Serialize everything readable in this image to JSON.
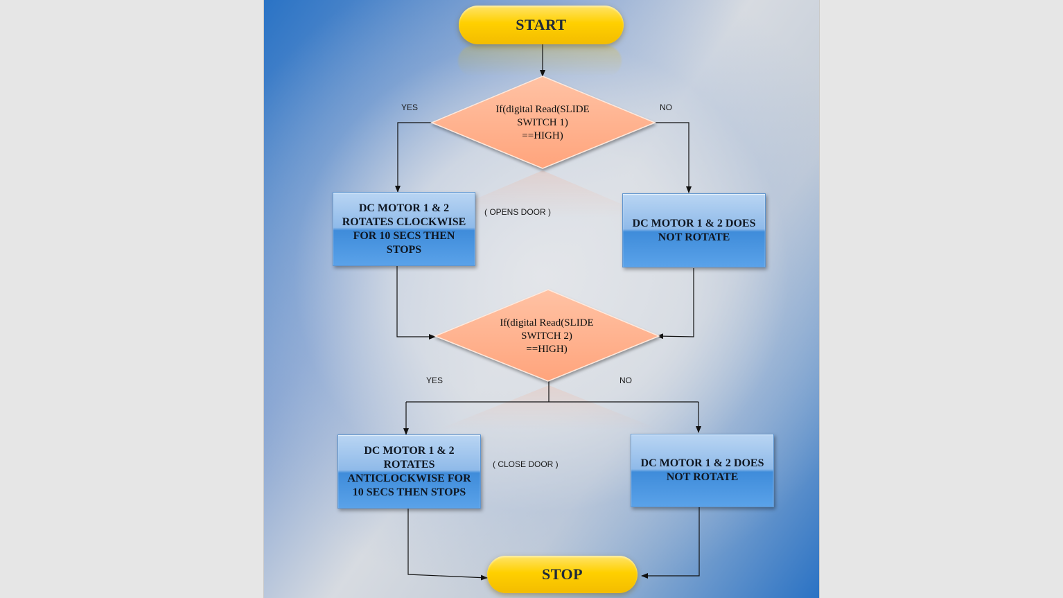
{
  "flowchart": {
    "start": "START",
    "stop": "STOP",
    "decision1": {
      "line1": "If(digital Read(SLIDE",
      "line2": "SWITCH 1)",
      "line3": "==HIGH)",
      "yes": "YES",
      "no": "NO"
    },
    "decision2": {
      "line1": "If(digital Read(SLIDE",
      "line2": "SWITCH 2)",
      "line3": "==HIGH)",
      "yes": "YES",
      "no": "NO"
    },
    "process_open": {
      "line1": "DC MOTOR 1 & 2",
      "line2": "ROTATES CLOCKWISE",
      "line3": "FOR 10 SECS THEN",
      "line4": "STOPS"
    },
    "process_no_rotate_1": {
      "line1": "DC MOTOR 1 & 2  DOES",
      "line2": "NOT ROTATE"
    },
    "process_close": {
      "line1": "DC MOTOR 1 & 2",
      "line2": "ROTATES",
      "line3": "ANTICLOCKWISE FOR",
      "line4": "10 SECS THEN STOPS"
    },
    "process_no_rotate_2": {
      "line1": "DC MOTOR 1 & 2  DOES",
      "line2": "NOT ROTATE"
    },
    "note_open": "( OPENS DOOR )",
    "note_close": "( CLOSE DOOR )"
  },
  "colors": {
    "terminal": "#ffd000",
    "decision": "#ffb08c",
    "process": "#5aa2e9",
    "background_blue": "#2a73c5"
  }
}
